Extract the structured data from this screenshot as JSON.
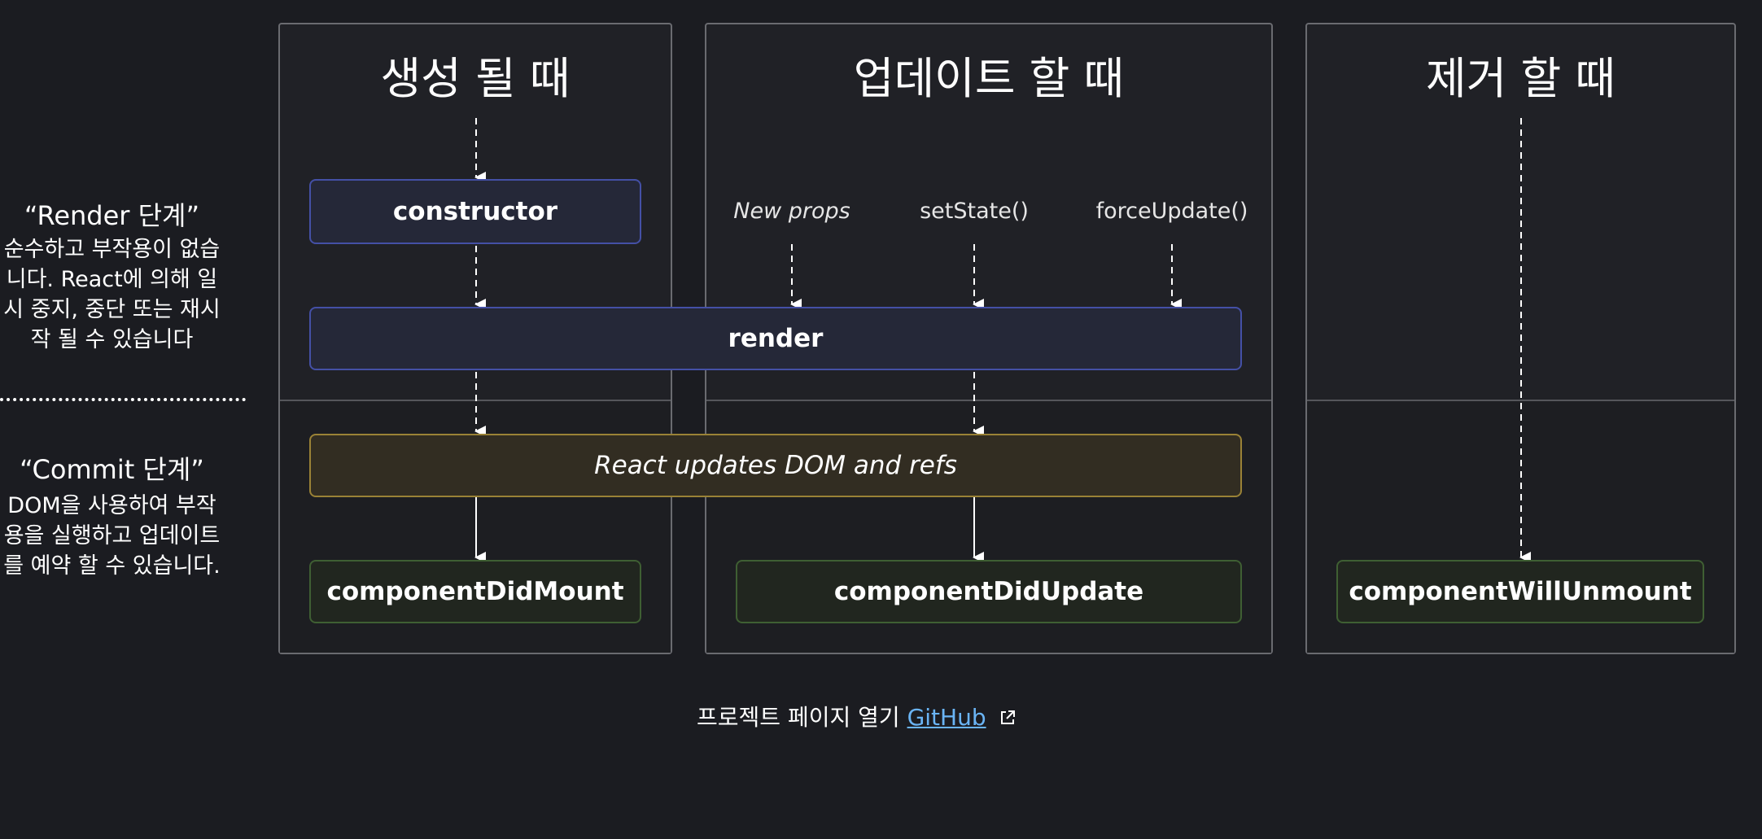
{
  "columns": {
    "mount": {
      "title": "생성 될 때"
    },
    "update": {
      "title": "업데이트 할 때"
    },
    "unmount": {
      "title": "제거 할 때"
    }
  },
  "methods": {
    "constructor": "constructor",
    "render": "render",
    "commit": "React updates DOM and refs",
    "did_mount": "componentDidMount",
    "did_update": "componentDidUpdate",
    "will_unmount": "componentWillUnmount"
  },
  "triggers": {
    "new_props": "New props",
    "set_state": "setState()",
    "force_update": "forceUpdate()"
  },
  "phases": {
    "render": {
      "title": "“Render 단계”",
      "description": "순수하고 부작용이 없습니다. React에 의해 일시 중지, 중단 또는 재시작 될 수 있습니다"
    },
    "commit": {
      "title": "“Commit 단계”",
      "description": "DOM을 사용하여 부작용을 실행하고 업데이트를 예약 할 수 있습니다."
    }
  },
  "footer": {
    "text": "프로젝트 페이지 열기",
    "link_label": "GitHub",
    "link_icon": "external-link-icon"
  },
  "colors": {
    "background": "#1b1c21",
    "render_box_border": "#4450a6",
    "commit_box_border": "#9a8236",
    "lifecycle_box_border": "#3f5f33",
    "link": "#6ab4f5"
  }
}
